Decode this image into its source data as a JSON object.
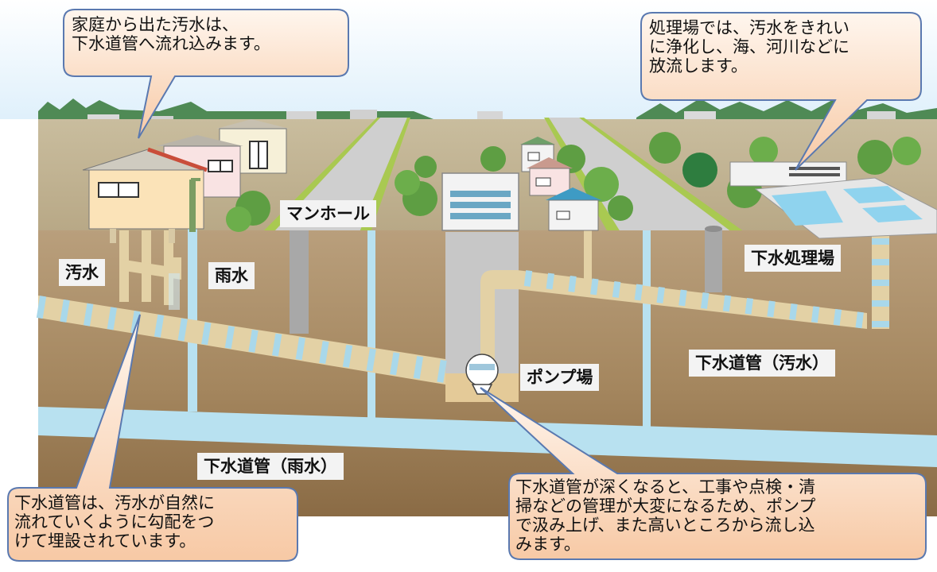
{
  "labels": {
    "manhole": "マンホール",
    "sewage": "汚水",
    "rainwater": "雨水",
    "treatment_plant": "下水処理場",
    "sewer_pipe_sewage": "下水道管（汚水）",
    "pump_station": "ポンプ場",
    "sewer_pipe_rain": "下水道管（雨水）"
  },
  "callouts": {
    "household": [
      "家庭から出た汚水は、",
      "下水道管へ流れ込みます。"
    ],
    "treatment": [
      "処理場では、汚水をきれい",
      "に浄化し、海、河川などに",
      "放流します。"
    ],
    "gradient": [
      "下水道管は、汚水が自然に",
      "流れていくように勾配をつ",
      "けて埋設されています。"
    ],
    "pump": [
      "下水道管が深くなると、工事や点検・清",
      "掃などの管理が大変になるため、ポンプ",
      "で汲み上げ、また高いところから流し込",
      "みます。"
    ]
  },
  "colors": {
    "sky": "#dff0fb",
    "ground_top": "#b99f7c",
    "ground_bottom": "#8a6b45",
    "road": "#c9c9c9",
    "grass": "#a9c951",
    "sewage_pipe": "#e3d1a5",
    "rain_pipe": "#b8e1f0",
    "callout_fill": "#fad9c2",
    "callout_stroke": "#5a79b0"
  }
}
